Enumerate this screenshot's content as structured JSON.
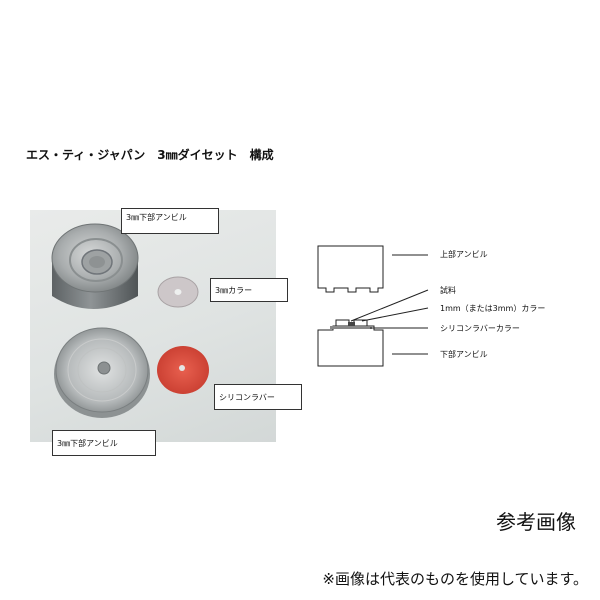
{
  "title": "エス・ティ・ジャパン　3㎜ダイセット　構成",
  "photo_labels": {
    "upper_anvil": "3㎜下部アンビル",
    "collar": "3㎜カラー",
    "silicone_rubber": "シリコンラバー",
    "lower_anvil": "3㎜下部アンビル"
  },
  "diagram_labels": {
    "upper_anvil": "上部アンビル",
    "sample": "試料",
    "collar": "1mm（または3mm）カラー",
    "silicone_collar": "シリコンラバーカラー",
    "lower_anvil": "下部アンビル"
  },
  "reference_image": "参考画像",
  "note": "※画像は代表のものを使用しています。",
  "colors": {
    "rubber": "#d9493a",
    "metal": "#b9bcbd",
    "collar": "#c9c4c6"
  }
}
